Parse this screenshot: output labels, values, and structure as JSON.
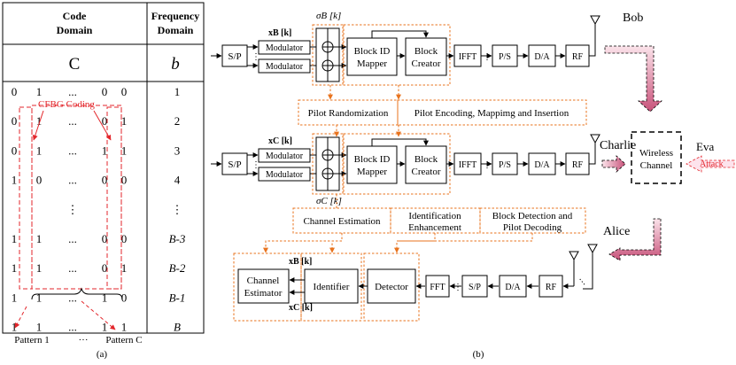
{
  "table": {
    "header_left_1": "Code",
    "header_left_2": "Domain",
    "header_right_1": "Frequency",
    "header_right_2": "Domain",
    "symbol_left": "C",
    "symbol_right": "b",
    "rows": [
      {
        "bits": [
          "0",
          "1",
          "...",
          "0",
          "0"
        ],
        "freq": "1"
      },
      {
        "bits": [
          "0",
          "1",
          "...",
          "0",
          "1"
        ],
        "freq": "2"
      },
      {
        "bits": [
          "0",
          "1",
          "...",
          "1",
          "1"
        ],
        "freq": "3"
      },
      {
        "bits": [
          "1",
          "0",
          "...",
          "0",
          "0"
        ],
        "freq": "4"
      },
      {
        "bits": [
          "",
          "",
          "⋮",
          "",
          ""
        ],
        "freq": "⋮"
      },
      {
        "bits": [
          "1",
          "1",
          "...",
          "0",
          "0"
        ],
        "freq": "B-3"
      },
      {
        "bits": [
          "1",
          "1",
          "...",
          "0",
          "1"
        ],
        "freq": "B-2"
      },
      {
        "bits": [
          "1",
          "1",
          "...",
          "1",
          "0"
        ],
        "freq": "B-1"
      },
      {
        "bits": [
          "1",
          "1",
          "...",
          "1",
          "1"
        ],
        "freq": "B"
      }
    ],
    "cfbg_label": "CFBG Coding",
    "pattern_1": "Pattern 1",
    "pattern_dots": "···",
    "pattern_c": "Pattern C",
    "caption": "(a)"
  },
  "diagram": {
    "caption": "(b)",
    "bob": "Bob",
    "charlie": "Charlie",
    "alice": "Alice",
    "eva": "Eva",
    "attack": "Attack",
    "wireless_1": "Wireless",
    "wireless_2": "Channel",
    "sigma_b": "σB [k]",
    "sigma_c": "σC [k]",
    "x_b": "xB [k]",
    "x_c": "xC [k]",
    "sp": "S/P",
    "modulator": "Modulator",
    "block_id_1": "Block ID",
    "block_id_2": "Mapper",
    "block_cr_1": "Block",
    "block_cr_2": "Creator",
    "ifft": "IFFT",
    "ps": "P/S",
    "da": "D/A",
    "rf": "RF",
    "pilot_rand": "Pilot Randomization",
    "pilot_enc": "Pilot Encoding,  Mappimg and Insertion",
    "chan_est_label": "Channel Estimation",
    "ident_1": "Identification",
    "ident_2": "Enhancement",
    "bd_1": "Block Detection and",
    "bd_2": "Pilot Decoding",
    "ch_est_1": "Channel",
    "ch_est_2": "Estimator",
    "identifier": "Identifier",
    "detector": "Detector",
    "fft": "FFT",
    "ad": "D/A",
    "xb_k": "xB [k]",
    "xc_k": "xC [k]"
  }
}
